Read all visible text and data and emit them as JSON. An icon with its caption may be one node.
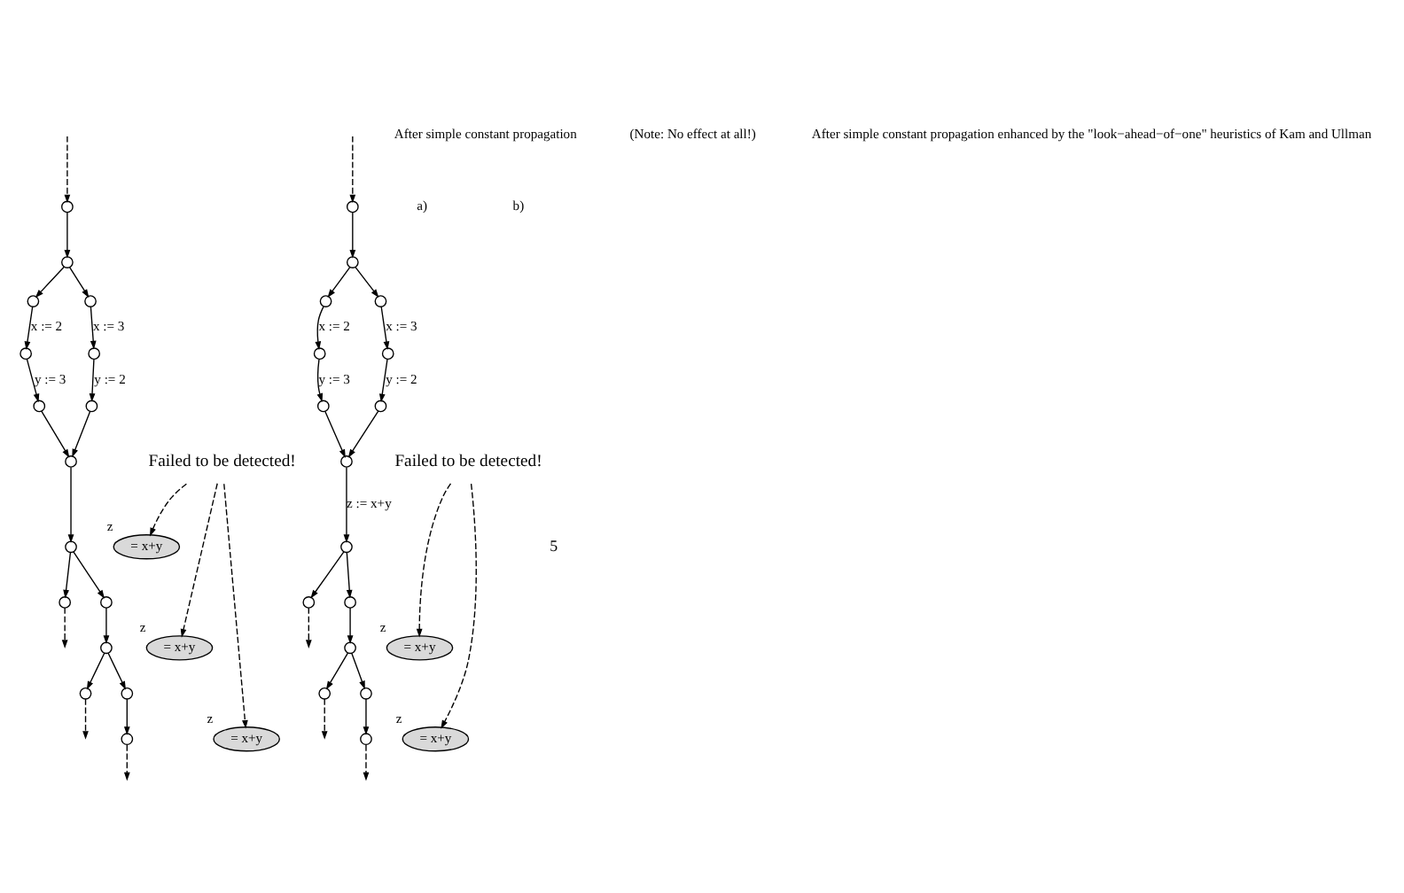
{
  "diagram": {
    "nodes": [
      {
        "text": [],
        "shape": "circle"
      },
      {
        "text": [],
        "shape": "circle"
      },
      {
        "text": [],
        "shape": "circle"
      },
      {
        "text": [],
        "shape": "circle"
      },
      {
        "text": [],
        "shape": "circle"
      },
      {
        "text": [],
        "shape": "circle"
      },
      {
        "text": [],
        "shape": "circle"
      },
      {
        "text": [],
        "shape": "circle"
      },
      {
        "text": [],
        "shape": "circle"
      },
      {
        "text": [],
        "shape": "circle"
      },
      {
        "text": [],
        "shape": "circle"
      },
      {
        "text": [],
        "shape": "circle"
      },
      {
        "text": [],
        "shape": "circle"
      },
      {
        "text": [],
        "shape": "circle"
      },
      {
        "text": [],
        "shape": "circle"
      },
      {
        "text": [],
        "shape": "circle"
      },
      {
        "text": [
          "= x+y"
        ],
        "beside": [
          "z"
        ]
      },
      {
        "text": [
          "= x+y"
        ],
        "beside": [
          "z"
        ]
      },
      {
        "text": [
          "= x+y"
        ],
        "beside": [
          "z"
        ]
      },
      {
        "text": [
          "Failed to be detected!"
        ]
      },
      {
        "text": [],
        "shape": "circle"
      },
      {
        "text": [],
        "shape": "circle"
      },
      {
        "text": [],
        "shape": "circle"
      },
      {
        "text": [],
        "shape": "circle"
      },
      {
        "text": [],
        "shape": "circle"
      },
      {
        "text": [],
        "shape": "circle"
      },
      {
        "text": [],
        "shape": "circle"
      },
      {
        "text": [],
        "shape": "circle"
      },
      {
        "text": [],
        "shape": "circle"
      },
      {
        "text": [],
        "shape": "circle"
      },
      {
        "text": [],
        "shape": "circle"
      },
      {
        "text": [],
        "shape": "circle"
      },
      {
        "text": [],
        "shape": "circle"
      },
      {
        "text": [],
        "shape": "circle"
      },
      {
        "text": [],
        "shape": "circle"
      },
      {
        "text": [],
        "shape": "circle"
      },
      {
        "text": [
          "= x+y"
        ],
        "beside": [
          "z"
        ]
      },
      {
        "text": [
          "= x+y"
        ],
        "beside": [
          "z"
        ]
      },
      {
        "text": [
          "Failed to be detected!"
        ]
      }
    ],
    "edges": [
      {
        "from": null,
        "to": 0,
        "arrow": "to",
        "style": "dashed"
      },
      {
        "from": 0,
        "to": 1,
        "arrow": "to"
      },
      {
        "from": 1,
        "to": 2,
        "arrow": "to"
      },
      {
        "from": 1,
        "to": 5,
        "arrow": "to"
      },
      {
        "from": 2,
        "to": 3,
        "arrow": "to",
        "label": "x := 2"
      },
      {
        "from": 3,
        "to": 4,
        "arrow": "to",
        "label": "y := 3"
      },
      {
        "from": 5,
        "to": 6,
        "arrow": "to",
        "label": "x := 3"
      },
      {
        "from": 6,
        "to": 7,
        "arrow": "to",
        "label": "y := 2"
      },
      {
        "from": 4,
        "to": 8,
        "arrow": "to"
      },
      {
        "from": 7,
        "to": 8,
        "arrow": "to"
      },
      {
        "from": 8,
        "to": 9,
        "arrow": "to"
      },
      {
        "from": 9,
        "to": 10,
        "arrow": "to"
      },
      {
        "from": 9,
        "to": 11,
        "arrow": "to"
      },
      {
        "from": 11,
        "to": 12,
        "arrow": "to"
      },
      {
        "from": 12,
        "to": 13,
        "arrow": "to"
      },
      {
        "from": 12,
        "to": 14,
        "arrow": "to"
      },
      {
        "from": 14,
        "to": 15,
        "arrow": "to"
      },
      {
        "from": 10,
        "to": null,
        "arrow": "to",
        "style": "dashed"
      },
      {
        "from": 13,
        "to": null,
        "arrow": "to",
        "style": "dashed"
      },
      {
        "from": 15,
        "to": null,
        "arrow": "to",
        "style": "dashed"
      },
      {
        "from": 19,
        "to": 16,
        "arrow": "to",
        "style": "dashed"
      },
      {
        "from": 19,
        "to": 17,
        "arrow": "to",
        "style": "dashed"
      },
      {
        "from": 19,
        "to": 18,
        "arrow": "to",
        "style": "dashed"
      },
      {
        "from": null,
        "to": 20,
        "arrow": "to",
        "style": "dashed"
      },
      {
        "from": 20,
        "to": 21,
        "arrow": "to"
      },
      {
        "from": 21,
        "to": 22,
        "arrow": "to"
      },
      {
        "from": 21,
        "to": 25,
        "arrow": "to"
      },
      {
        "from": 22,
        "to": 23,
        "arrow": "to",
        "label": "x := 2"
      },
      {
        "from": 23,
        "to": 24,
        "arrow": "to",
        "label": "y := 3"
      },
      {
        "from": 25,
        "to": 26,
        "arrow": "to",
        "label": "x := 3"
      },
      {
        "from": 26,
        "to": 27,
        "arrow": "to",
        "label": "y := 2"
      },
      {
        "from": 24,
        "to": 28,
        "arrow": "to"
      },
      {
        "from": 27,
        "to": 28,
        "arrow": "to"
      },
      {
        "from": 28,
        "to": 29,
        "arrow": "to",
        "label": "z := x+y"
      },
      {
        "from": 29,
        "to": 30,
        "arrow": "to"
      },
      {
        "from": 29,
        "to": 31,
        "arrow": "to"
      },
      {
        "from": 31,
        "to": 32,
        "arrow": "to"
      },
      {
        "from": 32,
        "to": 33,
        "arrow": "to"
      },
      {
        "from": 32,
        "to": 34,
        "arrow": "to"
      },
      {
        "from": 34,
        "to": 35,
        "arrow": "to"
      },
      {
        "from": 30,
        "to": null,
        "arrow": "to",
        "style": "dashed"
      },
      {
        "from": 33,
        "to": null,
        "arrow": "to",
        "style": "dashed"
      },
      {
        "from": 35,
        "to": null,
        "arrow": "to",
        "style": "dashed"
      },
      {
        "from": 38,
        "to": 36,
        "arrow": "to",
        "style": "dashed"
      },
      {
        "from": 38,
        "to": 37,
        "arrow": "to",
        "style": "dashed"
      }
    ],
    "labels": [
      "a)",
      "b)",
      "5",
      "After simple constant propagation",
      "(Note: No effect at all!)",
      "After simple constant propagation enhanced by the \"look−ahead−of−one\" heuristics of Kam and Ullman"
    ]
  }
}
